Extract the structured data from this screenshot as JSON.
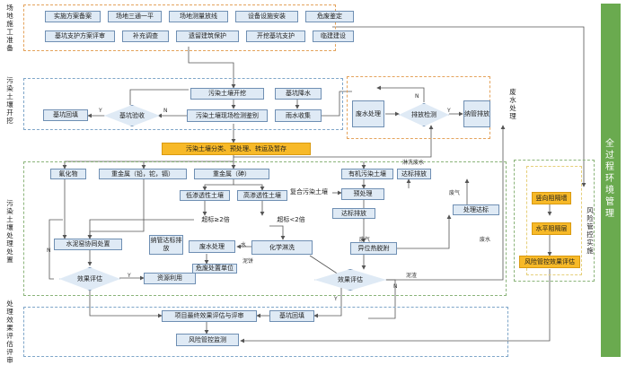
{
  "sections": {
    "prep": "场地施工准备",
    "excavation": "污染土壤开挖",
    "disposal": "污染土壤处理处置",
    "evaluation": "处理效果评估评审",
    "wastewater": "废水处理",
    "risk": "风险管控实施",
    "full_process": "全过程环境管理"
  },
  "prep_boxes": [
    "实施方案备案",
    "场地三通一平",
    "场地测量放线",
    "设备设施安装",
    "危废鉴定",
    "基坑支护方案评审",
    "补充调查",
    "遗留建筑保护",
    "开挖基坑支护",
    "临建建设"
  ],
  "nodes": {
    "soil_excavation": "污染土壤开挖",
    "pit_dewatering": "基坑降水",
    "soil_monitor": "污染土壤现场检测鉴别",
    "rain_collect": "雨水收集",
    "pit_accept": "基坑验收",
    "pit_backfill": "基坑回填",
    "wastewater_treat": "废水处理",
    "discharge_test": "排放检测",
    "pipe_discharge": "纳管排放",
    "classify": "污染土壤分类、预处理、转运及暂存",
    "fluoride": "氟化物",
    "heavy_metal": "重金属（铅，铊，镉）",
    "heavy_metal_cr": "重金属（砷）",
    "low_perm": "低渗透性土壤",
    "high_perm": "高渗透性土壤",
    "organic_soil": "有机污染土壤",
    "pre_treat": "预处理",
    "compliant_discharge": "达标排放",
    "compound_soil": "复合污染土壤",
    "std_emission": "达标排放",
    "treatment_std": "处理达标",
    "exceed_ge2": "超标≥2倍",
    "exceed_lt2": "超标<2倍",
    "cement_kiln": "水泥窑协同处置",
    "pipe_std_discharge": "纳管达标排放",
    "wastewater_treat2": "废水处理",
    "chem_leach": "化学淋洗",
    "thermal_desorb": "异位热脱附",
    "hazwaste_unit": "危废处置单位",
    "effect_eval": "效果评估",
    "resource_use": "资源利用",
    "effect_eval2": "效果评估",
    "final_review": "项目最终效果评估与评审",
    "pit_backfill2": "基坑回填",
    "risk_monitor": "风险管控监测",
    "vertical_barrier": "竖向阻隔墙",
    "horizontal_barrier": "水平阻隔层",
    "risk_eval": "风险管控效果评估"
  },
  "edge_labels": {
    "y": "Y",
    "n": "N",
    "leaching_wastewater": "淋洗废水",
    "water": "水",
    "waste_gas": "废气",
    "waste_gas2": "废气",
    "sludge": "泥饼",
    "wastewater": "废水",
    "slag": "泥渣"
  }
}
